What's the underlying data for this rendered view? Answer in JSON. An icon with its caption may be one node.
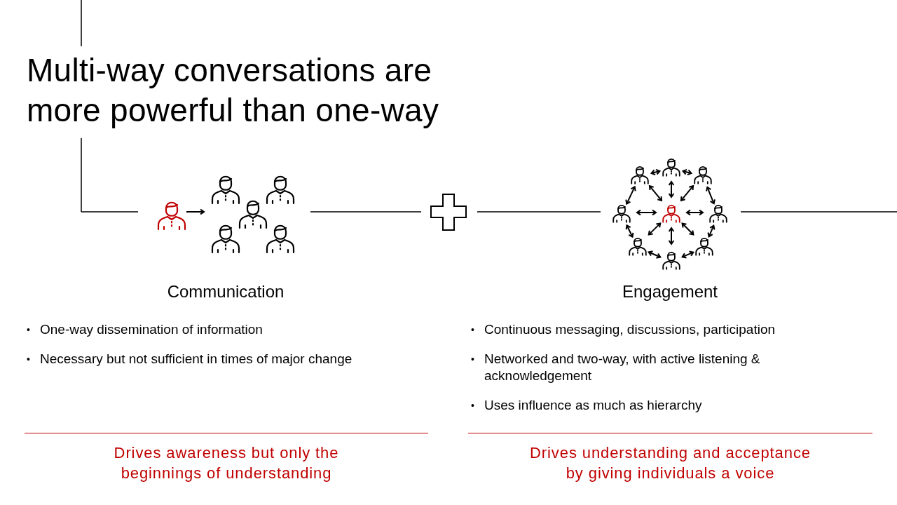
{
  "diagram": {
    "title": "Multi-way conversations are more powerful than one-way",
    "labels": [
      "Communication",
      "•",
      "One-way dissemination of information",
      "•",
      "Necessary but not sufficient in times of major change",
      "Drives awareness but only the beginnings of understanding",
      "Engagement",
      "•",
      "Continuous messaging, discussions, participation",
      "•",
      "Networked and two-way, with active listening & acknowledgement",
      "•",
      "Uses influence as much as hierarchy",
      "Drives understanding and acceptance by giving individuals a voice"
    ]
  }
}
